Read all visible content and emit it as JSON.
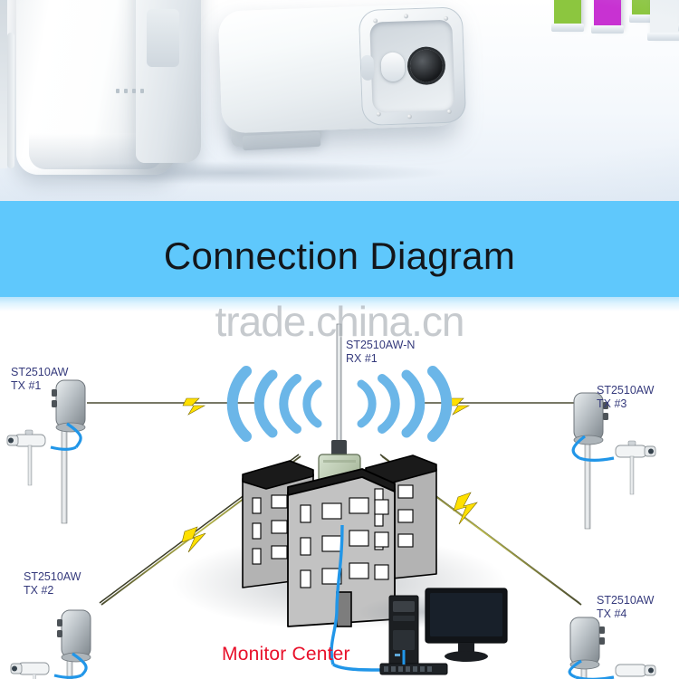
{
  "photo": {
    "alt": "white outdoor wireless CPE bridge units product photo",
    "cards": [
      {
        "name": "card-green-1",
        "color": "#8cc63f"
      },
      {
        "name": "card-magenta",
        "color": "#c832d2"
      },
      {
        "name": "card-green-2",
        "color": "#8cc63f"
      },
      {
        "name": "card-white",
        "color": "#eef2f5"
      },
      {
        "name": "card-blue",
        "color": "#1f8ed6"
      }
    ]
  },
  "banner": {
    "title": "Connection Diagram",
    "bg_color": "#5FC8FC",
    "text_color": "#13161A"
  },
  "watermark": {
    "text": "trade.china.cn"
  },
  "diagram": {
    "nodes": {
      "tx1": {
        "model": "ST2510AW",
        "port": "TX #1"
      },
      "tx2": {
        "model": "ST2510AW",
        "port": "TX #2"
      },
      "tx3": {
        "model": "ST2510AW",
        "port": "TX #3"
      },
      "tx4": {
        "model": "ST2510AW",
        "port": "TX #4"
      },
      "rx1": {
        "model": "ST2510AW-N",
        "port": "RX #1"
      }
    },
    "center_label": "Monitor Center",
    "colors": {
      "label_text": "#353A7C",
      "monitor_center_text": "#E8102A",
      "wifi_arc": "#6BB6E8",
      "link_line": "#8a8f4a",
      "lightning": "#FFE000",
      "lan_cable": "#2196E8",
      "building_fill": "#b3b3b3",
      "building_roof": "#1a1a1a"
    }
  }
}
